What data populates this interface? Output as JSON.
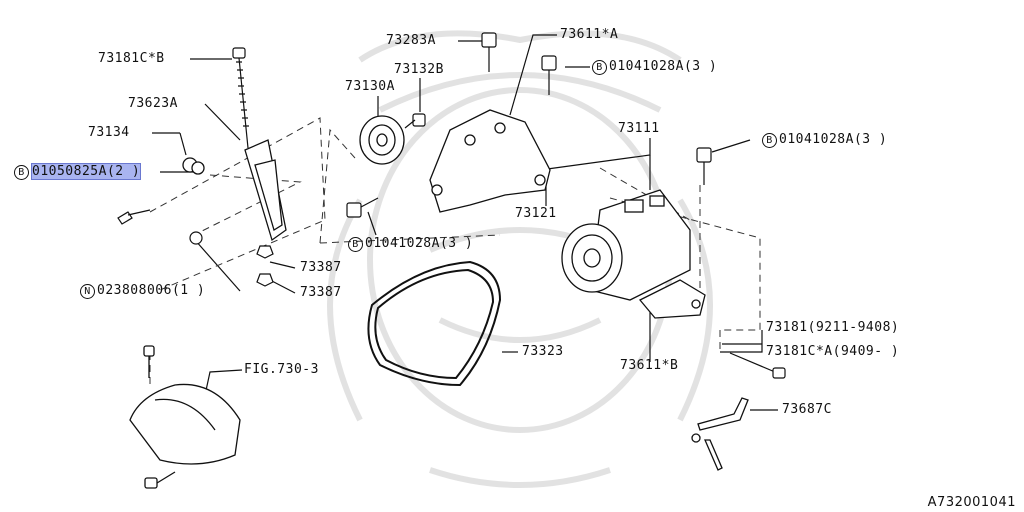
{
  "diagram": {
    "watermark_icon": "samurai-helmet-watermark",
    "highlight_color": "#a9b4f0",
    "ref_code": "A732001041",
    "parts": [
      {
        "id": "p73181C_B",
        "text": "73181C*B"
      },
      {
        "id": "p73623A",
        "text": "73623A"
      },
      {
        "id": "p73134",
        "text": "73134"
      },
      {
        "id": "p01050825A",
        "prefix": "B",
        "text": "01050825A(2 )",
        "highlight": true
      },
      {
        "id": "p023808006",
        "prefix": "N",
        "text": "023808006(1 )"
      },
      {
        "id": "p73387a",
        "text": "73387"
      },
      {
        "id": "p73387b",
        "text": "73387"
      },
      {
        "id": "p73130A",
        "text": "73130A"
      },
      {
        "id": "p73132B",
        "text": "73132B"
      },
      {
        "id": "p73283A",
        "text": "73283A"
      },
      {
        "id": "p73611_A",
        "text": "73611*A"
      },
      {
        "id": "p01041028A_top",
        "prefix": "B",
        "text": "01041028A(3 )"
      },
      {
        "id": "p73111",
        "text": "73111"
      },
      {
        "id": "p01041028A_right",
        "prefix": "B",
        "text": "01041028A(3 )"
      },
      {
        "id": "p73121",
        "text": "73121"
      },
      {
        "id": "p01041028A_mid",
        "prefix": "B",
        "text": "01041028A(3 )"
      },
      {
        "id": "p73323",
        "text": "73323"
      },
      {
        "id": "p73611_B",
        "text": "73611*B"
      },
      {
        "id": "p73181",
        "text": "73181(9211-9408)"
      },
      {
        "id": "p73181C_A",
        "text": "73181C*A(9409- )"
      },
      {
        "id": "pFIG730",
        "text": "FIG.730-3"
      },
      {
        "id": "p73687C",
        "text": "73687C"
      }
    ]
  }
}
